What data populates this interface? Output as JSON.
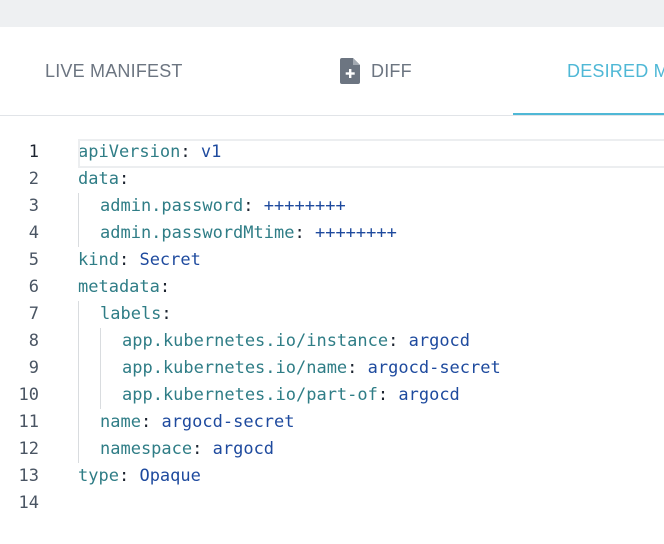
{
  "tabs": [
    {
      "label": "LIVE MANIFEST",
      "active": false
    },
    {
      "label": "DIFF",
      "icon": "file-diff-icon",
      "active": false
    },
    {
      "label": "DESIRED M",
      "active": true
    }
  ],
  "editor": {
    "active_line": 1,
    "lines": [
      {
        "n": "1",
        "indent": 0,
        "key": "apiVersion",
        "value": "v1"
      },
      {
        "n": "2",
        "indent": 0,
        "key": "data",
        "value": ""
      },
      {
        "n": "3",
        "indent": 1,
        "key": "admin.password",
        "value": "++++++++"
      },
      {
        "n": "4",
        "indent": 1,
        "key": "admin.passwordMtime",
        "value": "++++++++"
      },
      {
        "n": "5",
        "indent": 0,
        "key": "kind",
        "value": "Secret"
      },
      {
        "n": "6",
        "indent": 0,
        "key": "metadata",
        "value": ""
      },
      {
        "n": "7",
        "indent": 1,
        "key": "labels",
        "value": ""
      },
      {
        "n": "8",
        "indent": 2,
        "key": "app.kubernetes.io/instance",
        "value": "argocd"
      },
      {
        "n": "9",
        "indent": 2,
        "key": "app.kubernetes.io/name",
        "value": "argocd-secret"
      },
      {
        "n": "10",
        "indent": 2,
        "key": "app.kubernetes.io/part-of",
        "value": "argocd"
      },
      {
        "n": "11",
        "indent": 1,
        "key": "name",
        "value": "argocd-secret"
      },
      {
        "n": "12",
        "indent": 1,
        "key": "namespace",
        "value": "argocd"
      },
      {
        "n": "13",
        "indent": 0,
        "key": "type",
        "value": "Opaque"
      },
      {
        "n": "14",
        "indent": 0,
        "key": "",
        "value": ""
      }
    ]
  },
  "colors": {
    "accent": "#4fb8d6",
    "tab_text": "#6c7581",
    "yaml_key": "#2f7d86",
    "yaml_value": "#1e4a9e"
  }
}
